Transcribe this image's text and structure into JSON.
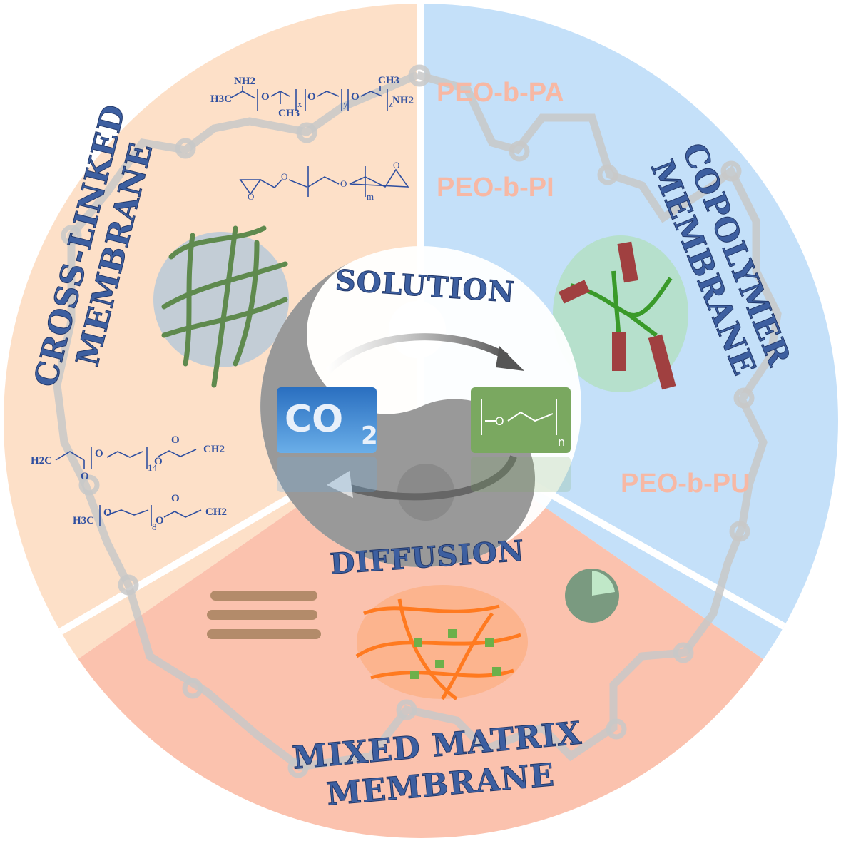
{
  "sections": {
    "cross_linked": {
      "title_line1": "CROSS-LINKED",
      "title_line2": "MEMBRANE",
      "color": "#fde0c8"
    },
    "copolymer": {
      "title_line1": "COPOLYMER",
      "title_line2": "MEMBRANE",
      "color": "#c4e0f9"
    },
    "mixed_matrix": {
      "title_line1": "MIXED MATRIX",
      "title_line2": "MEMBRANE",
      "color": "#fbc2ae"
    }
  },
  "copolymers": [
    "PEO-b-PA",
    "PEO-b-PI",
    "PEO-b-PU"
  ],
  "center": {
    "top_label": "SOLUTION",
    "bottom_label": "DIFFUSION",
    "co2_label": "CO",
    "co2_sub": "2",
    "peo_sub": "n",
    "peo_o": "O"
  },
  "chemistry": {
    "diamine": {
      "left": "H3C",
      "nh2_top": "NH2",
      "o1": "O",
      "ch3_bottom": "CH3",
      "x": "x",
      "o2": "O",
      "y": "y",
      "o3": "O",
      "ch3_top": "CH3",
      "z": "z",
      "nh2_right": "NH2"
    },
    "diepoxide": {
      "o_left": "O",
      "o_mid": "O",
      "o_rep": "O",
      "o_right": "O",
      "m": "m"
    },
    "diacrylate": {
      "left": "H2C",
      "carbonyl1": "O",
      "o1": "O",
      "n": "14",
      "o2": "O",
      "carbonyl2": "O",
      "right": "CH2"
    },
    "acrylate": {
      "left": "H3C",
      "o1": "O",
      "n": "8",
      "o2": "O",
      "carbonyl": "O",
      "right": "CH2"
    }
  }
}
